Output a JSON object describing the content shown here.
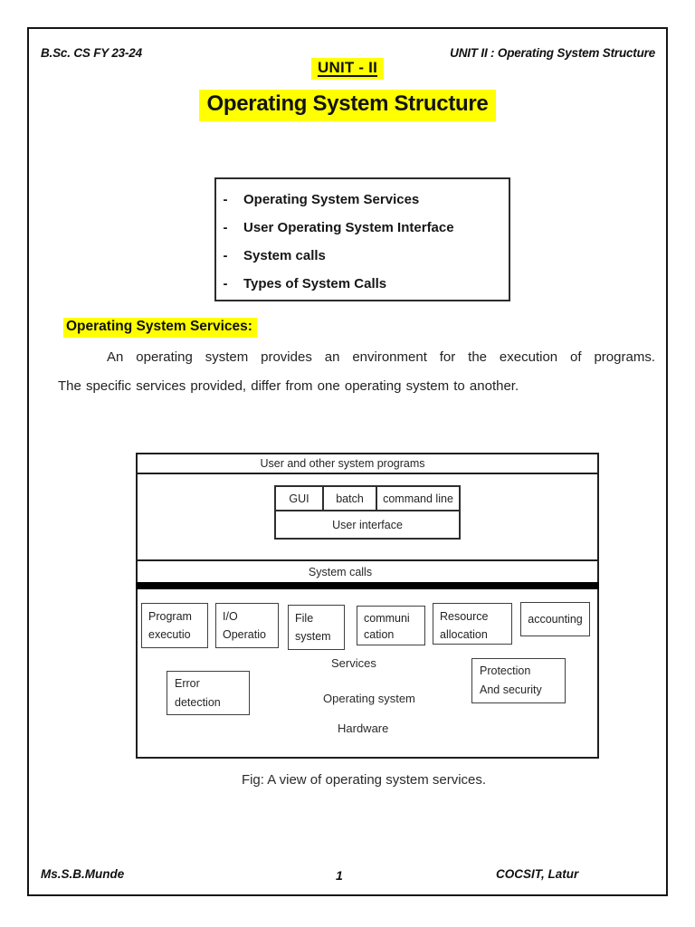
{
  "page": {
    "header_left": "B.Sc. CS FY 23-24",
    "header_right": "UNIT II : Operating System Structure",
    "unit_title": "UNIT - II",
    "main_title": "Operating System Structure",
    "footer_left": "Ms.S.B.Munde",
    "footer_page_number": "1",
    "footer_right": "COCSIT, Latur"
  },
  "topics_box": {
    "bullet": "-",
    "items": [
      "Operating System Services",
      "User Operating System Interface",
      "System calls",
      "Types of System Calls"
    ]
  },
  "section": {
    "heading": "Operating System Services:",
    "paragraph_line1": "An operating system provides an environment for the execution of programs.",
    "paragraph_line2": "The specific services provided, differ from one operating system to another."
  },
  "diagram": {
    "top_band": "User and other system programs",
    "ui_table": {
      "cells": [
        "GUI",
        "batch",
        "command line"
      ],
      "footer": "User interface"
    },
    "system_calls": "System calls",
    "service_boxes": [
      {
        "lines": [
          "Program",
          "executio"
        ]
      },
      {
        "lines": [
          "I/O",
          "Operatio"
        ]
      },
      {
        "lines": [
          "File",
          "system"
        ]
      },
      {
        "lines": [
          "communi",
          "cation"
        ]
      },
      {
        "lines": [
          "Resource",
          "allocation"
        ]
      },
      {
        "lines": [
          "accounting"
        ]
      }
    ],
    "services_label": "Services",
    "error_box": {
      "lines": [
        "Error",
        "detection"
      ]
    },
    "protection_box": {
      "lines": [
        "Protection",
        "And security"
      ]
    },
    "os_label": "Operating system",
    "hardware_label": "Hardware",
    "caption": "Fig: A view of operating system services."
  },
  "colors": {
    "highlight": "#ffff00",
    "text": "#1b1b1b",
    "page_border": "#151515"
  }
}
